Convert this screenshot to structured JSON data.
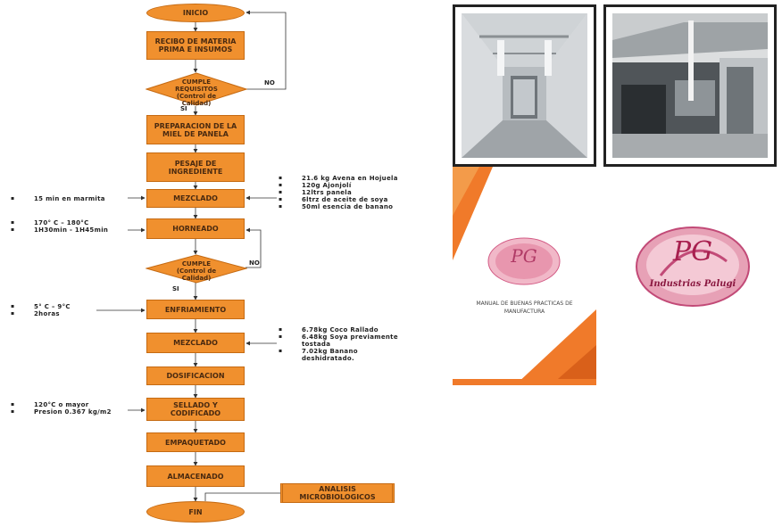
{
  "flow": {
    "inicio": "INICIO",
    "recibo": "RECIBO DE MATERIA PRIMA E INSUMOS",
    "cumple1": "CUMPLE REQUISITOS (Control de Calidad)",
    "no1": "NO",
    "si1": "SI",
    "preparacion": "PREPARACION DE LA MIEL DE PANELA",
    "pesaje": "PESAJE DE INGREDIENTE",
    "mezclado1": "MEZCLADO",
    "horneado": "HORNEADO",
    "cumple2": "CUMPLE (Control de Calidad)",
    "no2": "NO",
    "si2": "SI",
    "enfriamiento": "ENFRIAMIENTO",
    "mezclado2": "MEZCLADO",
    "dosificacion": "DOSIFICACION",
    "sellado": "SELLADO Y CODIFICADO",
    "empaquetado": "EMPAQUETADO",
    "almacenado": "ALMACENADO",
    "analisis": "ANALISIS MICROBIOLOGICOS",
    "fin": "FIN"
  },
  "notes": {
    "ingredientes1": [
      "21.6 kg Avena en Hojuela",
      "120g Ajonjolí",
      "12ltrs panela",
      "6ltrz de aceite de soya",
      "50ml esencia de banano"
    ],
    "mezcla_time": [
      "15 min en marmita"
    ],
    "horno": [
      "170° C – 180°C",
      "1H30min - 1H45min"
    ],
    "enfria": [
      "5° C – 9°C",
      "2horas"
    ],
    "ingredientes2": [
      "6.78kg Coco Rallado",
      "6.48kg Soya previamente tostada",
      "7.02kg Banano deshidratado."
    ],
    "sellado": [
      "120°C o mayor",
      "Presion 0.367 kg/m2"
    ]
  },
  "manual": {
    "title": "MANUAL DE BUENAS PRACTICAS DE MANUFACTURA",
    "logo_brand": "Industrias Palugi",
    "logo_letters": "PG"
  },
  "colors": {
    "process_fill": "#f0902e",
    "process_border": "#c56a12",
    "cover_orange": "#f07a2a",
    "logo_pink": "#d35b85"
  }
}
